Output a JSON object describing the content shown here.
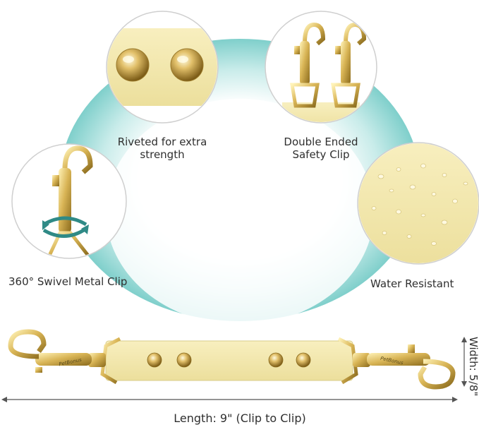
{
  "features": {
    "rivet": {
      "line1": "Riveted for extra",
      "line2": "strength",
      "icon": "rivet-closeup"
    },
    "double": {
      "line1": "Double Ended",
      "line2": "Safety Clip",
      "icon": "double-clip-closeup"
    },
    "swivel": {
      "label": "360° Swivel Metal Clip",
      "icon": "swivel-clip-closeup"
    },
    "water": {
      "label": "Water Resistant",
      "icon": "water-drops-closeup"
    }
  },
  "dimensions": {
    "length": "Length: 9\" (Clip to Clip)",
    "width": "Width: 5/8\""
  },
  "brand": "PetBonus",
  "colors": {
    "strap": "#f2e7a7",
    "gold": "#d8b45a",
    "teal": "#8fd3d0"
  }
}
